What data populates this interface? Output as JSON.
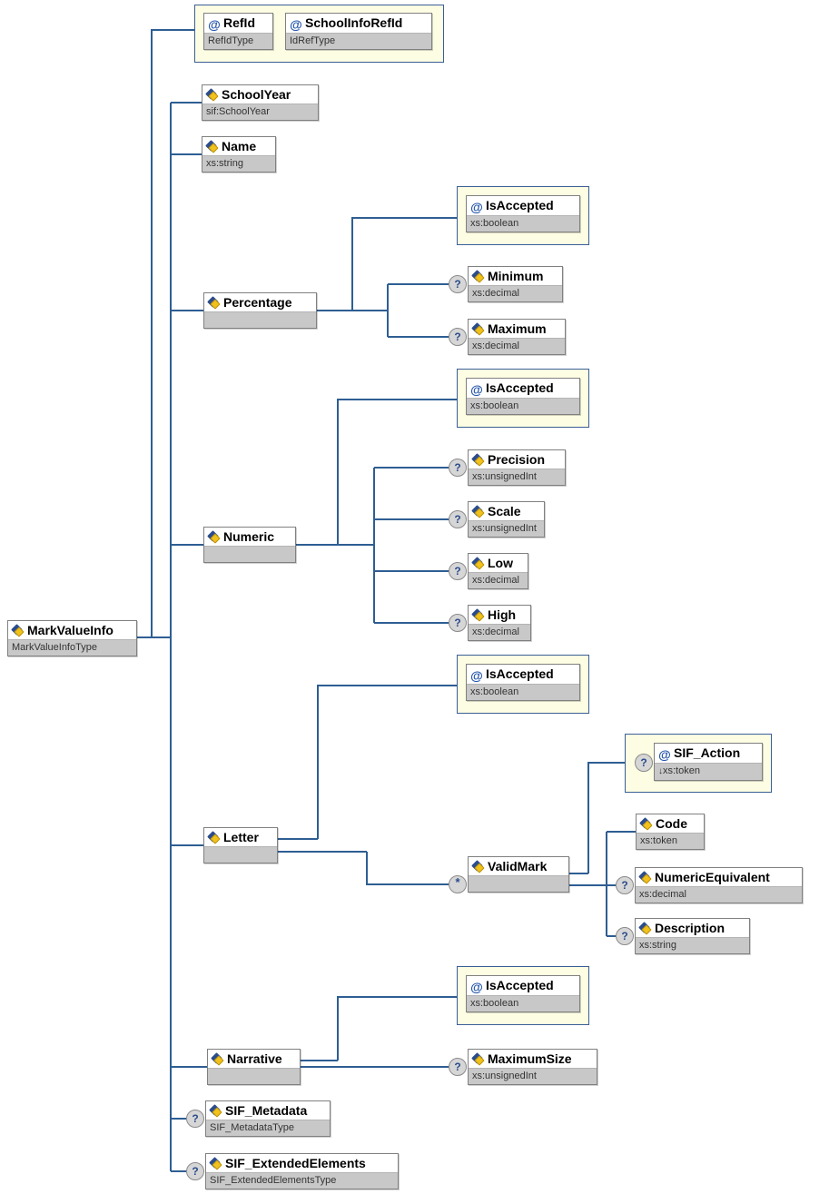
{
  "diagram": {
    "title": "MarkValueInfo",
    "line_color": "#2e5e93",
    "attr_frame_color": "#3a5f96",
    "attr_frame_fill": "#fdfde3",
    "box_fill": "#ffffff",
    "type_fill": "#c8c8c8"
  },
  "root": {
    "name": "MarkValueInfo",
    "type": "MarkValueInfoType",
    "icon": "element-icon"
  },
  "attributes_top": [
    {
      "name": "RefId",
      "type": "RefIdType",
      "icon": "attribute-icon"
    },
    {
      "name": "SchoolInfoRefId",
      "type": "IdRefType",
      "icon": "attribute-icon"
    }
  ],
  "children": [
    {
      "name": "SchoolYear",
      "type": "sif:SchoolYear",
      "icon": "element-icon",
      "cardinality": ""
    },
    {
      "name": "Name",
      "type": "xs:string",
      "icon": "element-icon",
      "cardinality": ""
    },
    {
      "name": "Percentage",
      "type": "",
      "icon": "element-icon",
      "cardinality": ""
    },
    {
      "name": "Numeric",
      "type": "",
      "icon": "element-icon",
      "cardinality": ""
    },
    {
      "name": "Letter",
      "type": "",
      "icon": "element-icon",
      "cardinality": ""
    },
    {
      "name": "Narrative",
      "type": "",
      "icon": "element-icon",
      "cardinality": ""
    },
    {
      "name": "SIF_Metadata",
      "type": "SIF_MetadataType",
      "icon": "element-icon",
      "cardinality": "?"
    },
    {
      "name": "SIF_ExtendedElements",
      "type": "SIF_ExtendedElementsType",
      "icon": "element-icon",
      "cardinality": "?"
    }
  ],
  "percentage_children": [
    {
      "name": "IsAccepted",
      "type": "xs:boolean",
      "icon": "attribute-icon",
      "cardinality": ""
    },
    {
      "name": "Minimum",
      "type": "xs:decimal",
      "icon": "element-icon",
      "cardinality": "?"
    },
    {
      "name": "Maximum",
      "type": "xs:decimal",
      "icon": "element-icon",
      "cardinality": "?"
    }
  ],
  "numeric_children": [
    {
      "name": "IsAccepted",
      "type": "xs:boolean",
      "icon": "attribute-icon",
      "cardinality": ""
    },
    {
      "name": "Precision",
      "type": "xs:unsignedInt",
      "icon": "element-icon",
      "cardinality": "?"
    },
    {
      "name": "Scale",
      "type": "xs:unsignedInt",
      "icon": "element-icon",
      "cardinality": "?"
    },
    {
      "name": "Low",
      "type": "xs:decimal",
      "icon": "element-icon",
      "cardinality": "?"
    },
    {
      "name": "High",
      "type": "xs:decimal",
      "icon": "element-icon",
      "cardinality": "?"
    }
  ],
  "letter_children": [
    {
      "name": "IsAccepted",
      "type": "xs:boolean",
      "icon": "attribute-icon",
      "cardinality": ""
    },
    {
      "name": "ValidMark",
      "type": "",
      "icon": "element-icon",
      "cardinality": "*"
    }
  ],
  "validmark_children": [
    {
      "name": "SIF_Action",
      "type": "xs:token",
      "type_prefix": "↓",
      "icon": "attribute-icon",
      "cardinality": "?"
    },
    {
      "name": "Code",
      "type": "xs:token",
      "icon": "element-icon",
      "cardinality": ""
    },
    {
      "name": "NumericEquivalent",
      "type": "xs:decimal",
      "icon": "element-icon",
      "cardinality": "?"
    },
    {
      "name": "Description",
      "type": "xs:string",
      "icon": "element-icon",
      "cardinality": "?"
    }
  ],
  "narrative_children": [
    {
      "name": "IsAccepted",
      "type": "xs:boolean",
      "icon": "attribute-icon",
      "cardinality": ""
    },
    {
      "name": "MaximumSize",
      "type": "xs:unsignedInt",
      "icon": "element-icon",
      "cardinality": "?"
    }
  ]
}
